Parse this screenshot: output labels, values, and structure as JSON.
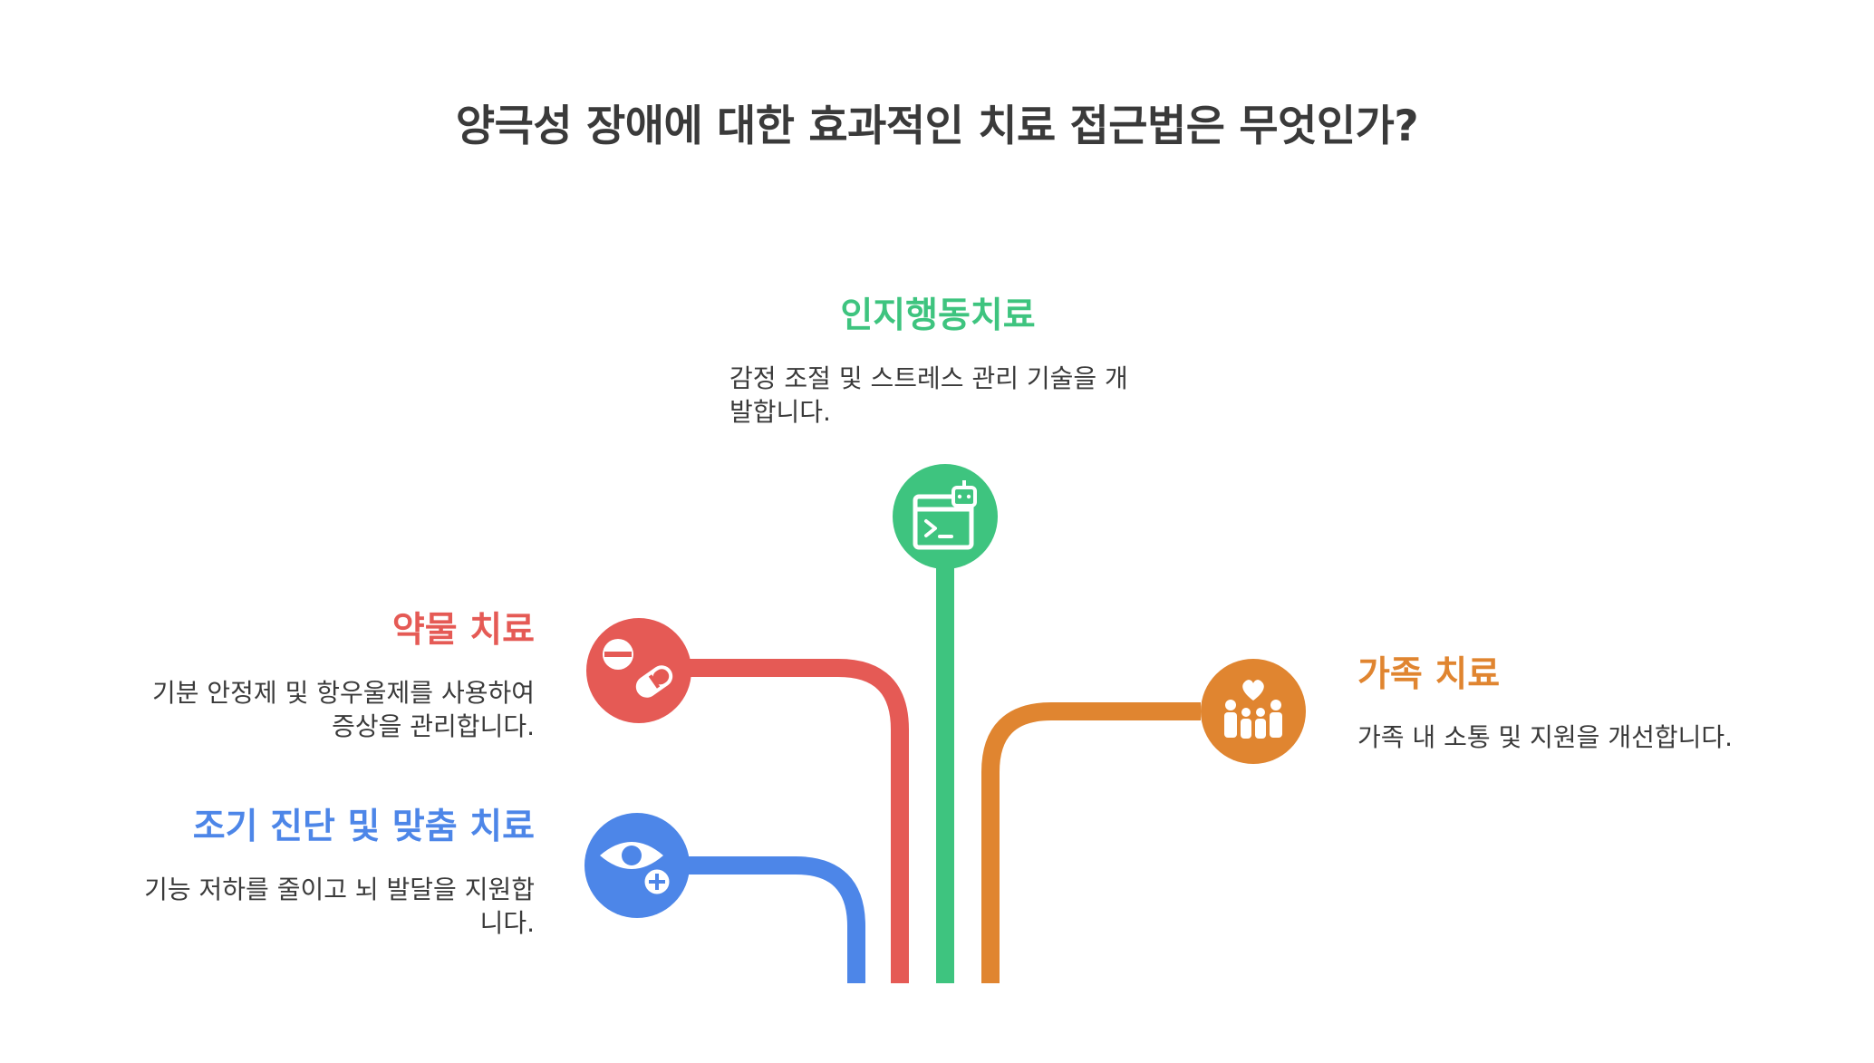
{
  "title": "양극성 장애에 대한 효과적인 치료 접근법은 무엇인가?",
  "colors": {
    "green": "#3ec47f",
    "red": "#e55a55",
    "orange": "#e08530",
    "blue": "#4d86e8",
    "text": "#3a3a3a"
  },
  "branches": {
    "cbt": {
      "heading": "인지행동치료",
      "line1": "감정 조절 및 스트레스 관리 기술을 개",
      "line2": "발합니다.",
      "icon": "terminal-robot-icon",
      "color": "#3ec47f"
    },
    "medication": {
      "heading": "약물 치료",
      "line1": "기분 안정제 및 항우울제를 사용하여",
      "line2": "증상을 관리합니다.",
      "icon": "pills-icon",
      "color": "#e55a55"
    },
    "early": {
      "heading": "조기 진단 및 맞춤 치료",
      "line1": "기능 저하를 줄이고 뇌 발달을 지원합",
      "line2": "니다.",
      "icon": "eye-plus-icon",
      "color": "#4d86e8"
    },
    "family": {
      "heading": "가족 치료",
      "line1": "가족 내 소통 및 지원을 개선합니다.",
      "icon": "family-heart-icon",
      "color": "#e08530"
    }
  }
}
